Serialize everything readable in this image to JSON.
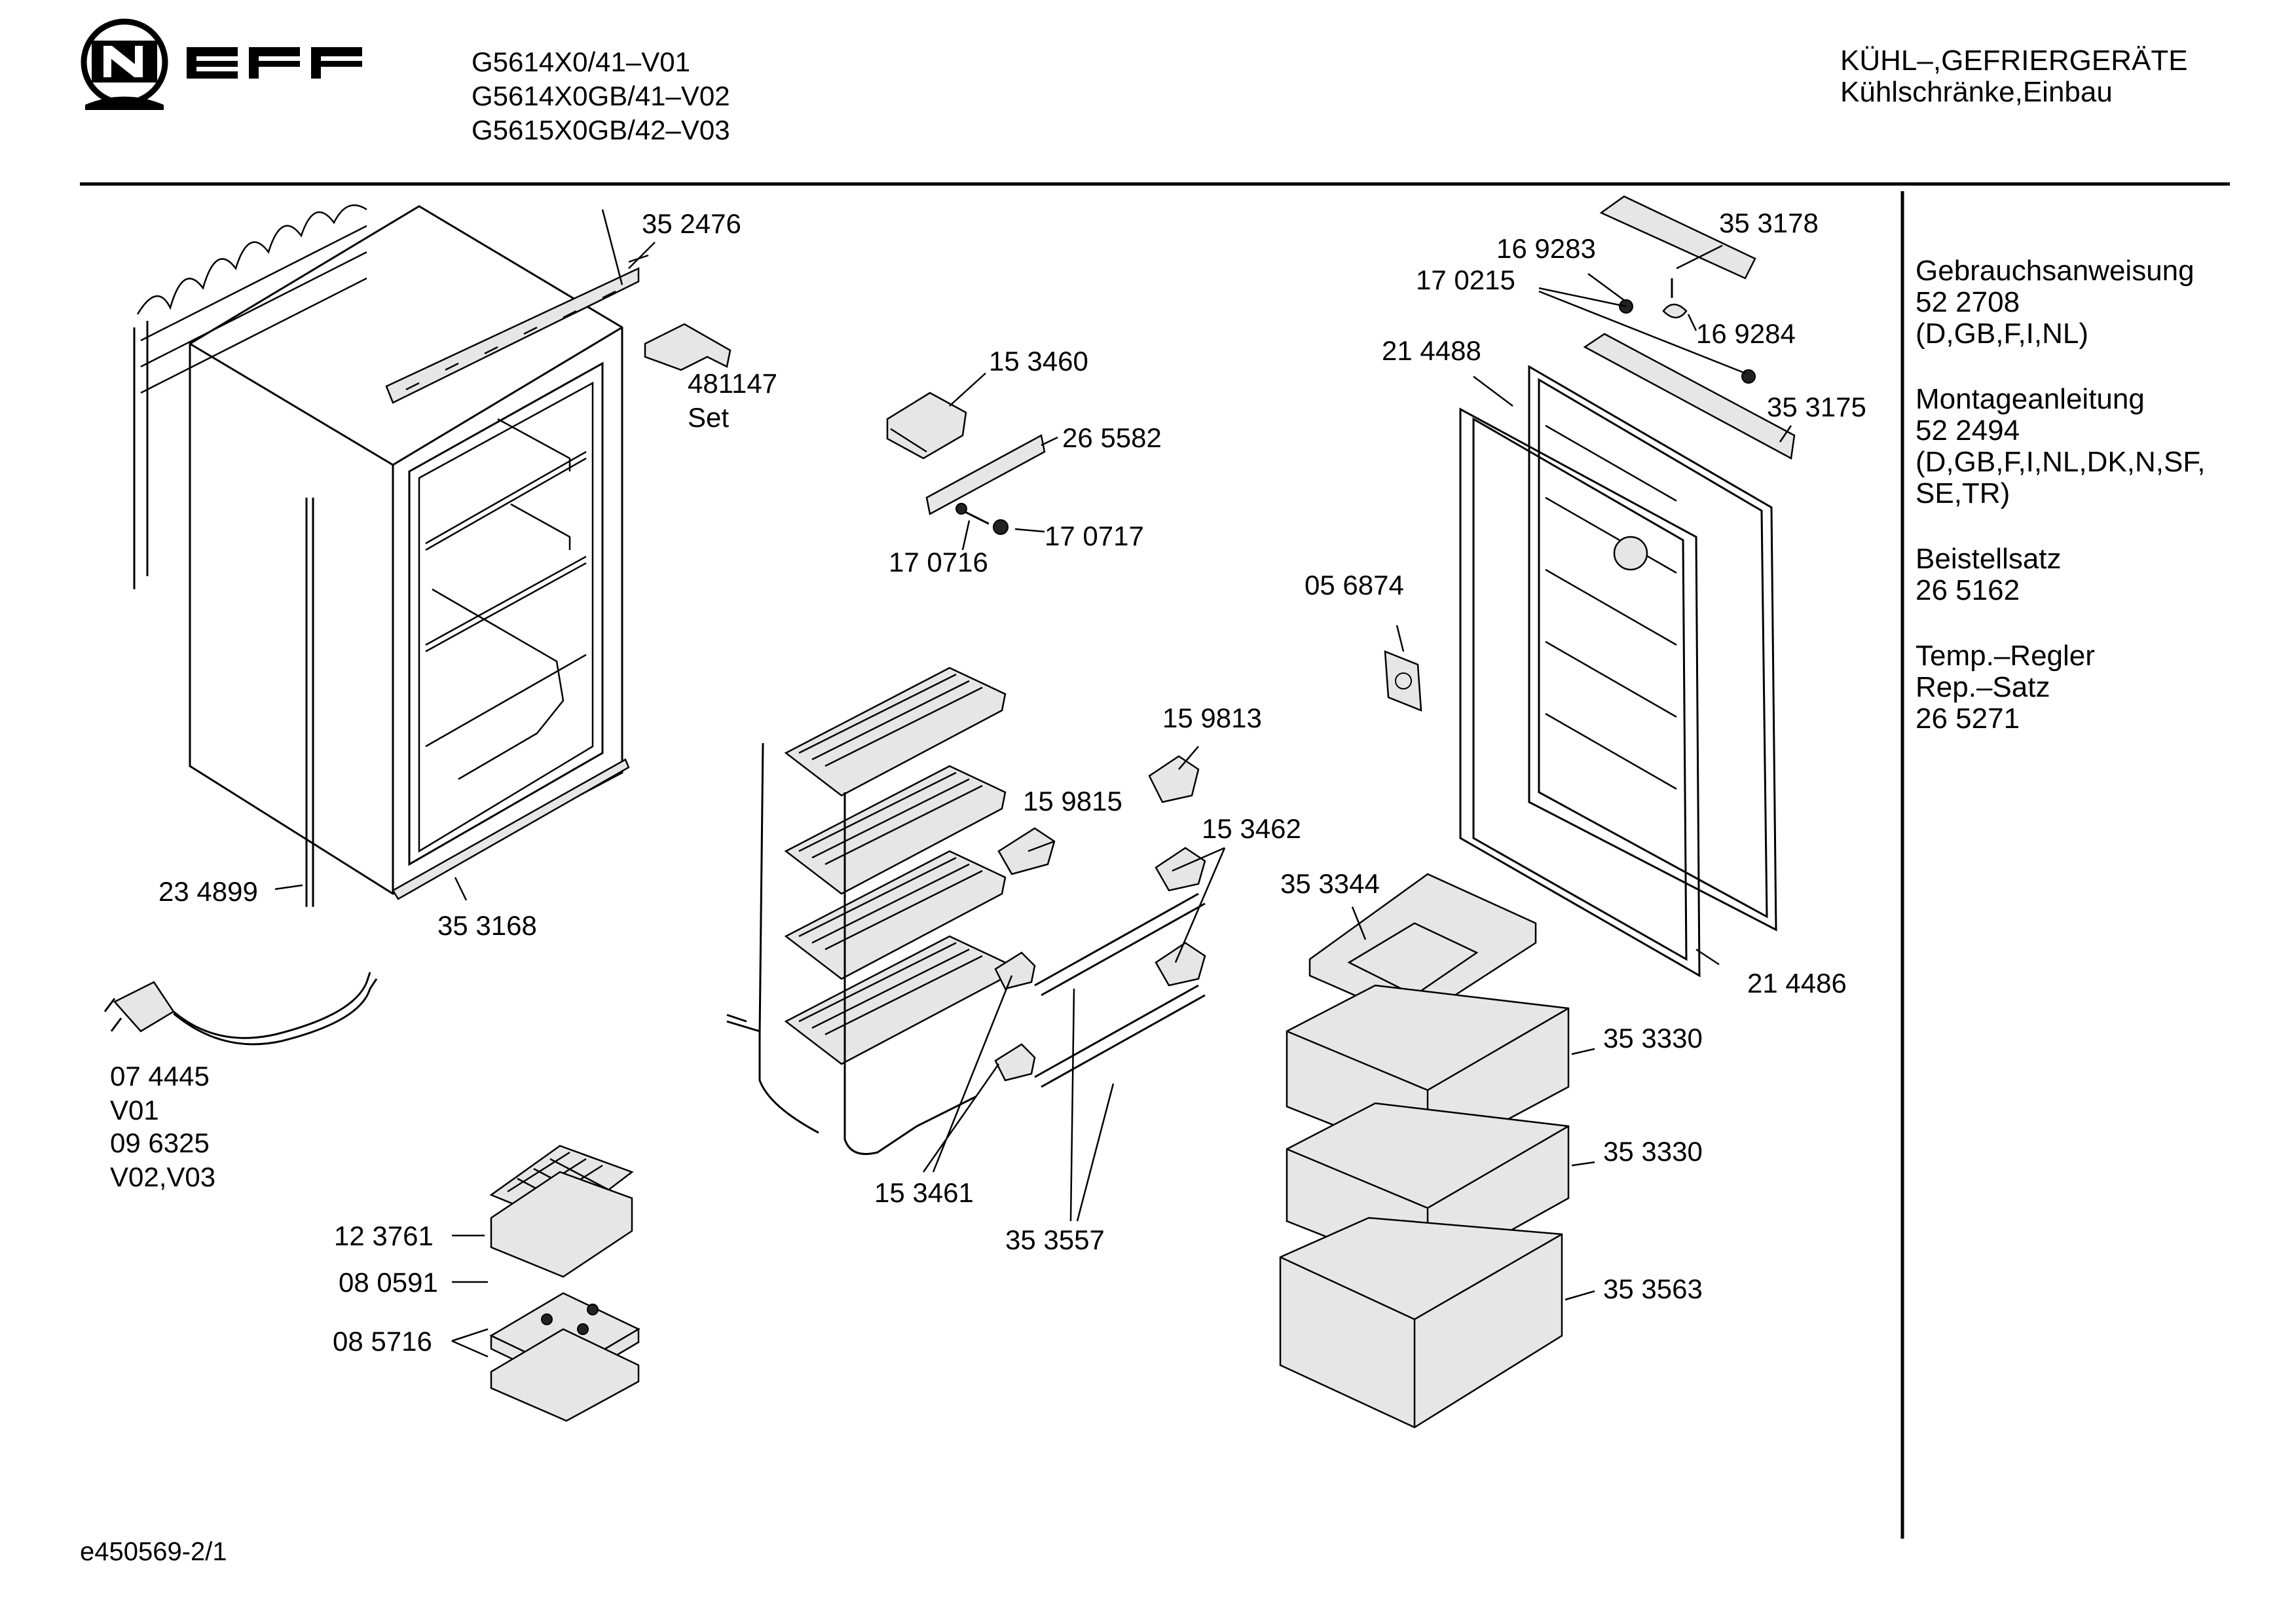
{
  "brand": {
    "logo_text": "NEFF"
  },
  "header": {
    "models": [
      "G5614X0/41–V01",
      "G5614X0GB/41–V02",
      "G5615X0GB/42–V03"
    ],
    "category_line1": "KÜHL–,GEFRIERGERÄTE",
    "category_line2": "Kühlschränke,Einbau"
  },
  "sidebar": {
    "blocks": [
      {
        "lines": [
          "Gebrauchsanweisung",
          "52 2708",
          "(D,GB,F,I,NL)"
        ]
      },
      {
        "lines": [
          "Montageanleitung",
          "52 2494",
          "(D,GB,F,I,NL,DK,N,SF,",
          "SE,TR)"
        ]
      },
      {
        "lines": [
          "Beistellsatz",
          "26 5162"
        ]
      },
      {
        "lines": [
          "Temp.–Regler",
          "Rep.–Satz",
          "26 5271"
        ]
      }
    ]
  },
  "parts": {
    "p352476": "35 2476",
    "p481147": "481147",
    "p481147_set": "Set",
    "p153460": "15 3460",
    "p265582": "26 5582",
    "p170717": "17 0717",
    "p170716": "17 0716",
    "p234899": "23 4899",
    "p353168": "35 3168",
    "p074445": "07 4445",
    "p074445_v": "V01",
    "p096325": "09 6325",
    "p096325_v": "V02,V03",
    "p123761": "12 3761",
    "p080591": "08 0591",
    "p085716": "08 5716",
    "p159813": "15 9813",
    "p159815": "15 9815",
    "p153462": "15 3462",
    "p153461": "15 3461",
    "p353557": "35 3557",
    "p353178": "35 3178",
    "p169283": "16 9283",
    "p170215": "17 0215",
    "p169284": "16 9284",
    "p214488": "21 4488",
    "p353175": "35 3175",
    "p056874": "05 6874",
    "p214486": "21 4486",
    "p353344": "35 3344",
    "p353330a": "35 3330",
    "p353330b": "35 3330",
    "p353563": "35 3563"
  },
  "footer": {
    "code": "e450569-2/1"
  }
}
